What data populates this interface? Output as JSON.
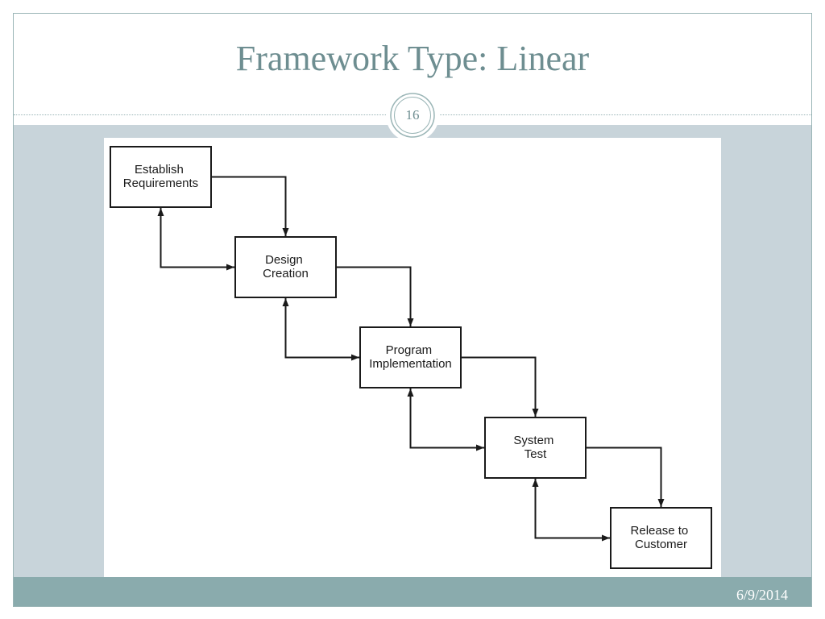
{
  "slide": {
    "title": "Framework Type: Linear",
    "slide_number": "16",
    "date": "6/9/2014"
  },
  "diagram": {
    "steps": [
      {
        "line1": "Establish",
        "line2": "Requirements"
      },
      {
        "line1": "Design",
        "line2": "Creation"
      },
      {
        "line1": "Program",
        "line2": "Implementation"
      },
      {
        "line1": "System",
        "line2": "Test"
      },
      {
        "line1": "Release to",
        "line2": "Customer"
      }
    ]
  },
  "theme": {
    "frame_color": "#9ab5b6",
    "title_color": "#6e8e91",
    "content_bg": "#c8d4da",
    "footer_bg": "#8aabad",
    "ink_color": "#1a1a1a"
  }
}
